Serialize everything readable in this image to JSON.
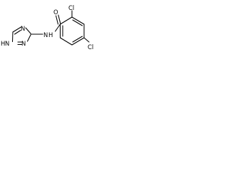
{
  "molecule": {
    "atoms": {
      "triazole_nh": "N",
      "triazole_nh_h": "H",
      "triazole_n2": "N",
      "triazole_n4": "N",
      "amide_n": "N",
      "amide_h": "H",
      "carbonyl_o": "O",
      "chlorine_ortho": "Cl",
      "chlorine_meta": "Cl"
    }
  }
}
